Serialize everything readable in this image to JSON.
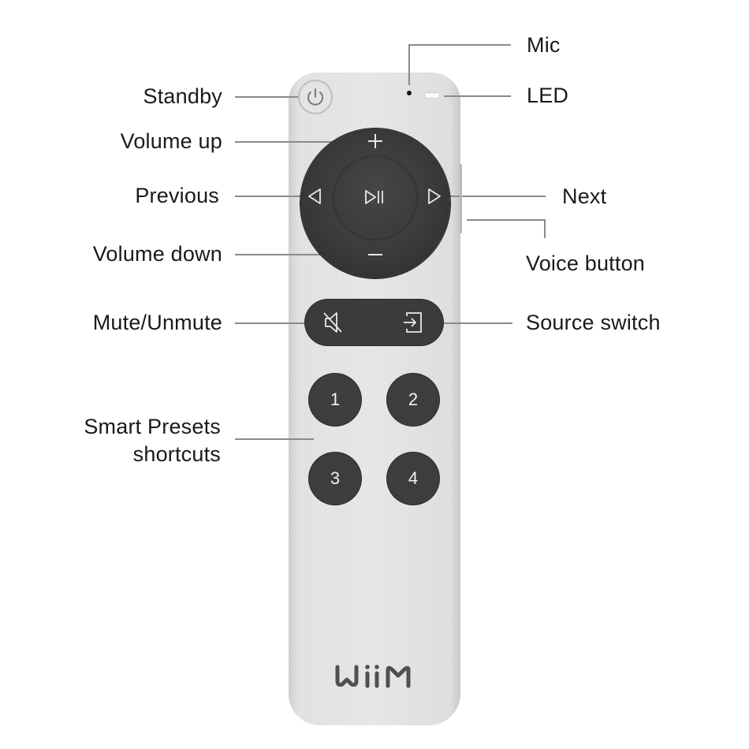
{
  "diagram": {
    "subject": "WiiM remote control",
    "brand_logo": "WiiM",
    "colors": {
      "background": "#ffffff",
      "remote_body": "#e4e4e4",
      "buttons": "#3b3b3b",
      "button_glyphs": "#e8e8e8",
      "leader_lines": "#8a8a8a",
      "label_text": "#1a1a1a"
    },
    "labels": {
      "left": [
        {
          "id": "standby",
          "text": "Standby"
        },
        {
          "id": "volume_up",
          "text": "Volume up"
        },
        {
          "id": "previous",
          "text": "Previous"
        },
        {
          "id": "volume_down",
          "text": "Volume down"
        },
        {
          "id": "mute",
          "text": "Mute/Unmute"
        },
        {
          "id": "presets",
          "text": "Smart Presets",
          "text2": "shortcuts"
        }
      ],
      "right": [
        {
          "id": "mic",
          "text": "Mic"
        },
        {
          "id": "led",
          "text": "LED"
        },
        {
          "id": "next",
          "text": "Next"
        },
        {
          "id": "voice",
          "text": "Voice button"
        },
        {
          "id": "source",
          "text": "Source switch"
        }
      ]
    },
    "buttons": {
      "standby_icon": "power-icon",
      "volume_up_glyph": "+",
      "volume_down_glyph": "−",
      "previous_icon": "triangle-left-icon",
      "next_icon": "triangle-right-icon",
      "play_pause_icon": "play-pause-icon",
      "mute_icon": "speaker-muted-icon",
      "source_icon": "input-arrow-icon",
      "presets": [
        "1",
        "2",
        "3",
        "4"
      ]
    }
  }
}
